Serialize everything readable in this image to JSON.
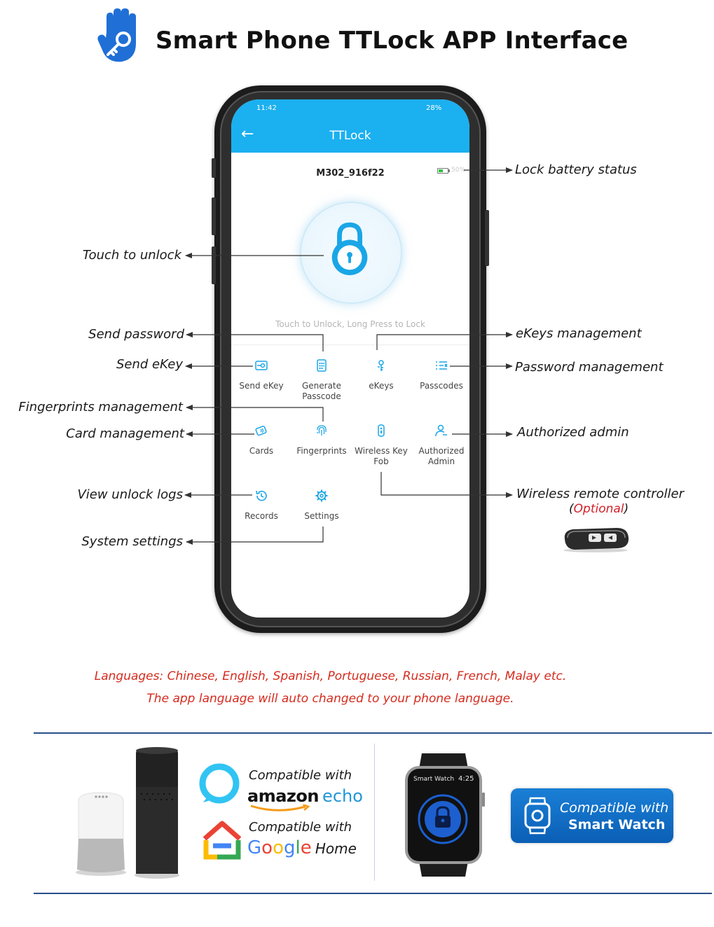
{
  "header": {
    "title": "Smart Phone TTLock APP Interface"
  },
  "phone": {
    "status_bar": {
      "time": "11:42",
      "battery": "28%"
    },
    "app_title": "TTLock",
    "lock_name": "M302_916f22",
    "lock_battery_text": "50%",
    "lock_battery_level": 0.5,
    "unlock_hint": "Touch to Unlock, Long Press to Lock",
    "menu": [
      {
        "id": "send-ekey",
        "label": "Send eKey",
        "icon": "send-ekey-icon"
      },
      {
        "id": "generate-passcode",
        "label": "Generate\nPasscode",
        "icon": "keypad-icon"
      },
      {
        "id": "ekeys",
        "label": "eKeys",
        "icon": "ekeys-icon"
      },
      {
        "id": "passcodes",
        "label": "Passcodes",
        "icon": "passcode-list-icon"
      },
      {
        "id": "cards",
        "label": "Cards",
        "icon": "card-icon"
      },
      {
        "id": "fingerprints",
        "label": "Fingerprints",
        "icon": "fingerprint-icon"
      },
      {
        "id": "wireless-key-fob",
        "label": "Wireless Key\nFob",
        "icon": "key-fob-icon"
      },
      {
        "id": "authorized-admin",
        "label": "Authorized\nAdmin",
        "icon": "admin-icon"
      },
      {
        "id": "records",
        "label": "Records",
        "icon": "history-icon"
      },
      {
        "id": "settings",
        "label": "Settings",
        "icon": "gear-icon"
      }
    ]
  },
  "annotations": {
    "lock_battery_status": "Lock battery status",
    "touch_to_unlock": "Touch to unlock",
    "send_password": "Send password",
    "send_ekey": "Send eKey",
    "ekeys_management": "eKeys management",
    "password_management": "Password management",
    "fingerprints_management": "Fingerprints management",
    "card_management": "Card management",
    "authorized_admin": "Authorized admin",
    "view_unlock_logs": "View unlock logs",
    "wireless_remote_controller": "Wireless remote controller",
    "optional": "Optional",
    "system_settings": "System settings"
  },
  "languages": {
    "line1": "Languages: Chinese, English, Spanish, Portuguese, Russian, French, Malay etc.",
    "line2": "The app language will auto changed to your phone language."
  },
  "compat": {
    "amazon_prefix": "Compatible with",
    "amazon": "amazon",
    "echo": "echo",
    "google_prefix": "Compatible with",
    "google": "Google",
    "home": "Home",
    "watch_screen_label": "Smart Watch",
    "watch_screen_time": "4:25",
    "smartwatch_line1": "Compatible with",
    "smartwatch_line2": "Smart Watch"
  },
  "colors": {
    "app_blue": "#1bb0f0",
    "annotation_red": "#d42b1e",
    "rule_blue": "#2a4f8a"
  }
}
